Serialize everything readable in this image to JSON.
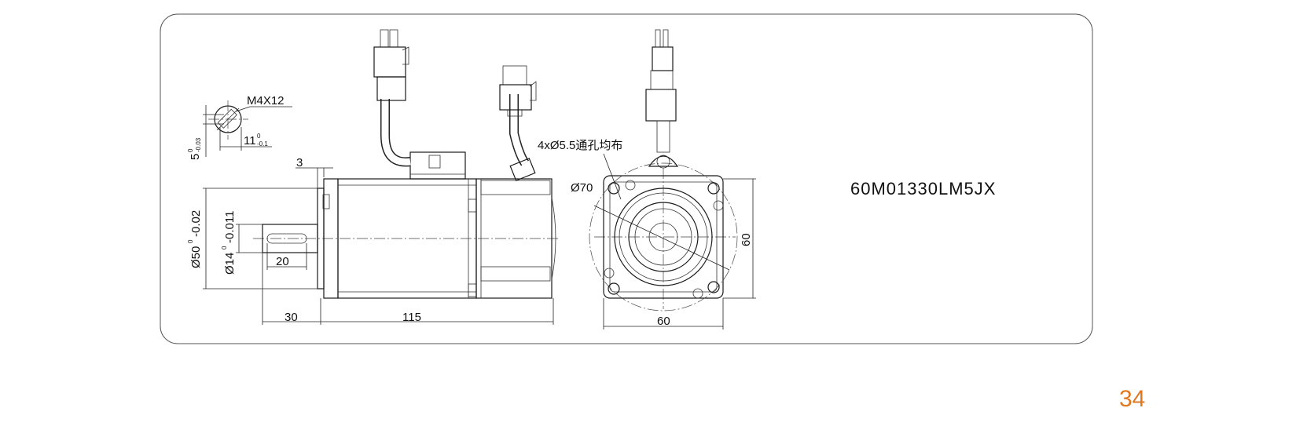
{
  "drawing": {
    "model_code": "60M01330LM5JX",
    "mount_hole_note": "4xØ5.5通孔均布",
    "keyway_thread": "M4X12",
    "key_width": "5",
    "key_width_tol_upper": "0",
    "key_width_tol_lower": "-0.03",
    "key_height": "11",
    "key_height_tol_upper": "0",
    "key_height_tol_lower": "-0.1",
    "flange_step": "3",
    "pilot_diameter": "Ø50",
    "pilot_tol_upper": "0",
    "pilot_tol_lower": "-0.02",
    "shaft_diameter": "Ø14",
    "shaft_tol_upper": "0",
    "shaft_tol_lower": "-0.011",
    "key_length": "20",
    "shaft_length": "30",
    "body_length": "115",
    "bolt_circle": "Ø70",
    "flange_height": "60",
    "flange_width": "60"
  },
  "page": {
    "number": "34"
  },
  "colors": {
    "page_number": "#e07820",
    "line": "#1a1a1a"
  }
}
